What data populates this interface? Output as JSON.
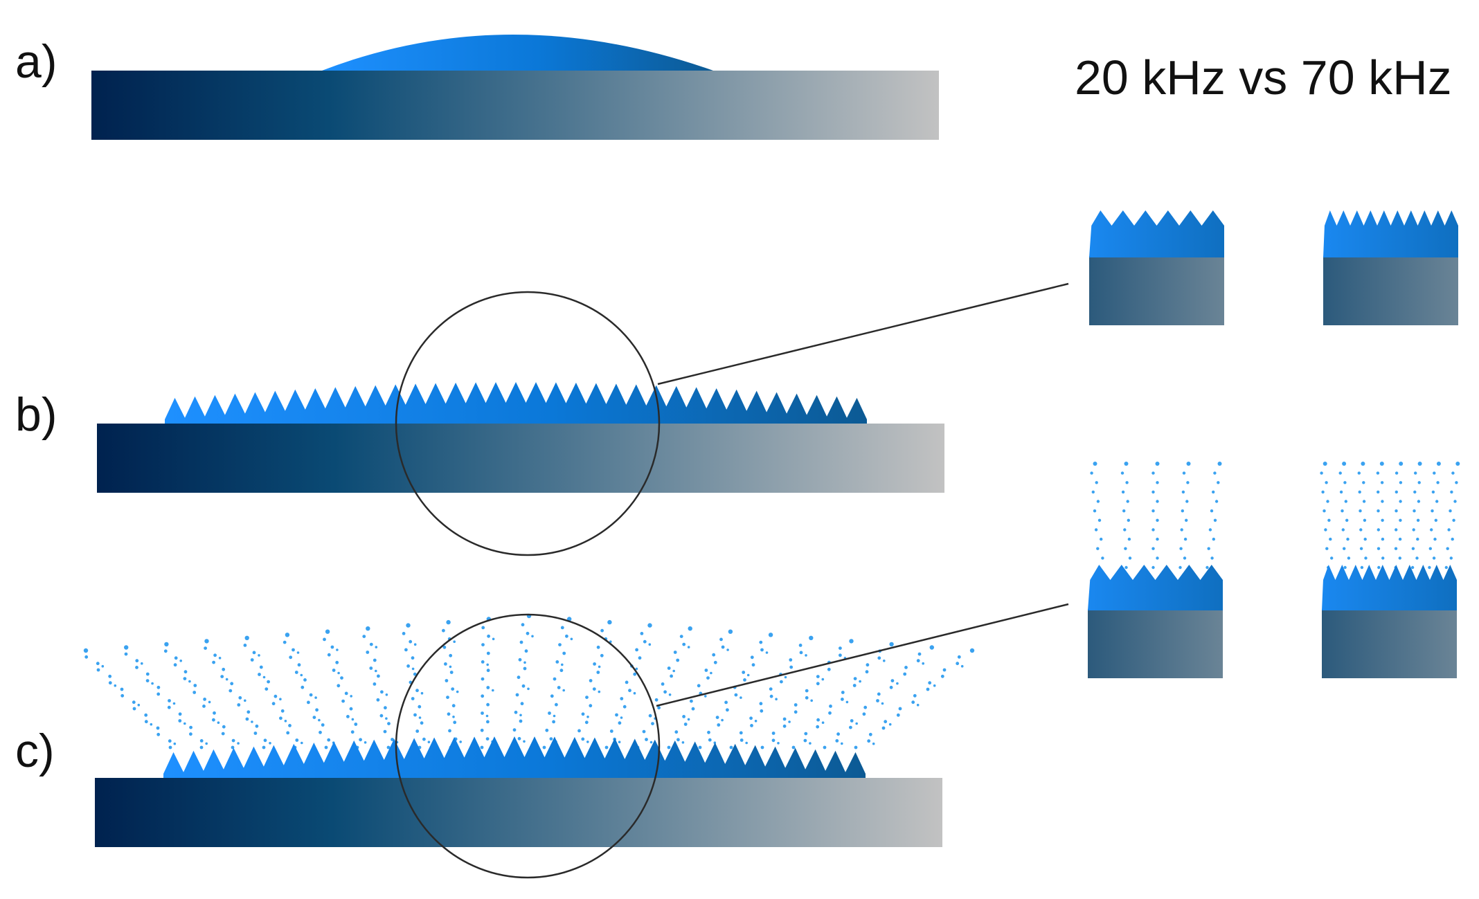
{
  "labels": {
    "panel_a": "a)",
    "panel_b": "b)",
    "panel_c": "c)",
    "frequency_comparison": "20 kHz vs 70 kHz"
  },
  "colors": {
    "substrate_dark": "#00224f",
    "substrate_mid": "#3b6a8a",
    "substrate_light": "#c2c2c2",
    "liquid_bright": "#1e90ff",
    "liquid_mid": "#0b78d8",
    "liquid_dark": "#0c5a94",
    "droplet": "#3aa2f0",
    "magnifier": "#2a2a2a"
  },
  "panels": {
    "b": {
      "wave_count": 35
    },
    "c": {
      "wave_count": 35,
      "jet_count": 23
    }
  },
  "insets": {
    "low_frequency": {
      "wave_count": 6,
      "jet_count": 5
    },
    "high_frequency": {
      "wave_count": 10,
      "jet_count": 8
    }
  }
}
